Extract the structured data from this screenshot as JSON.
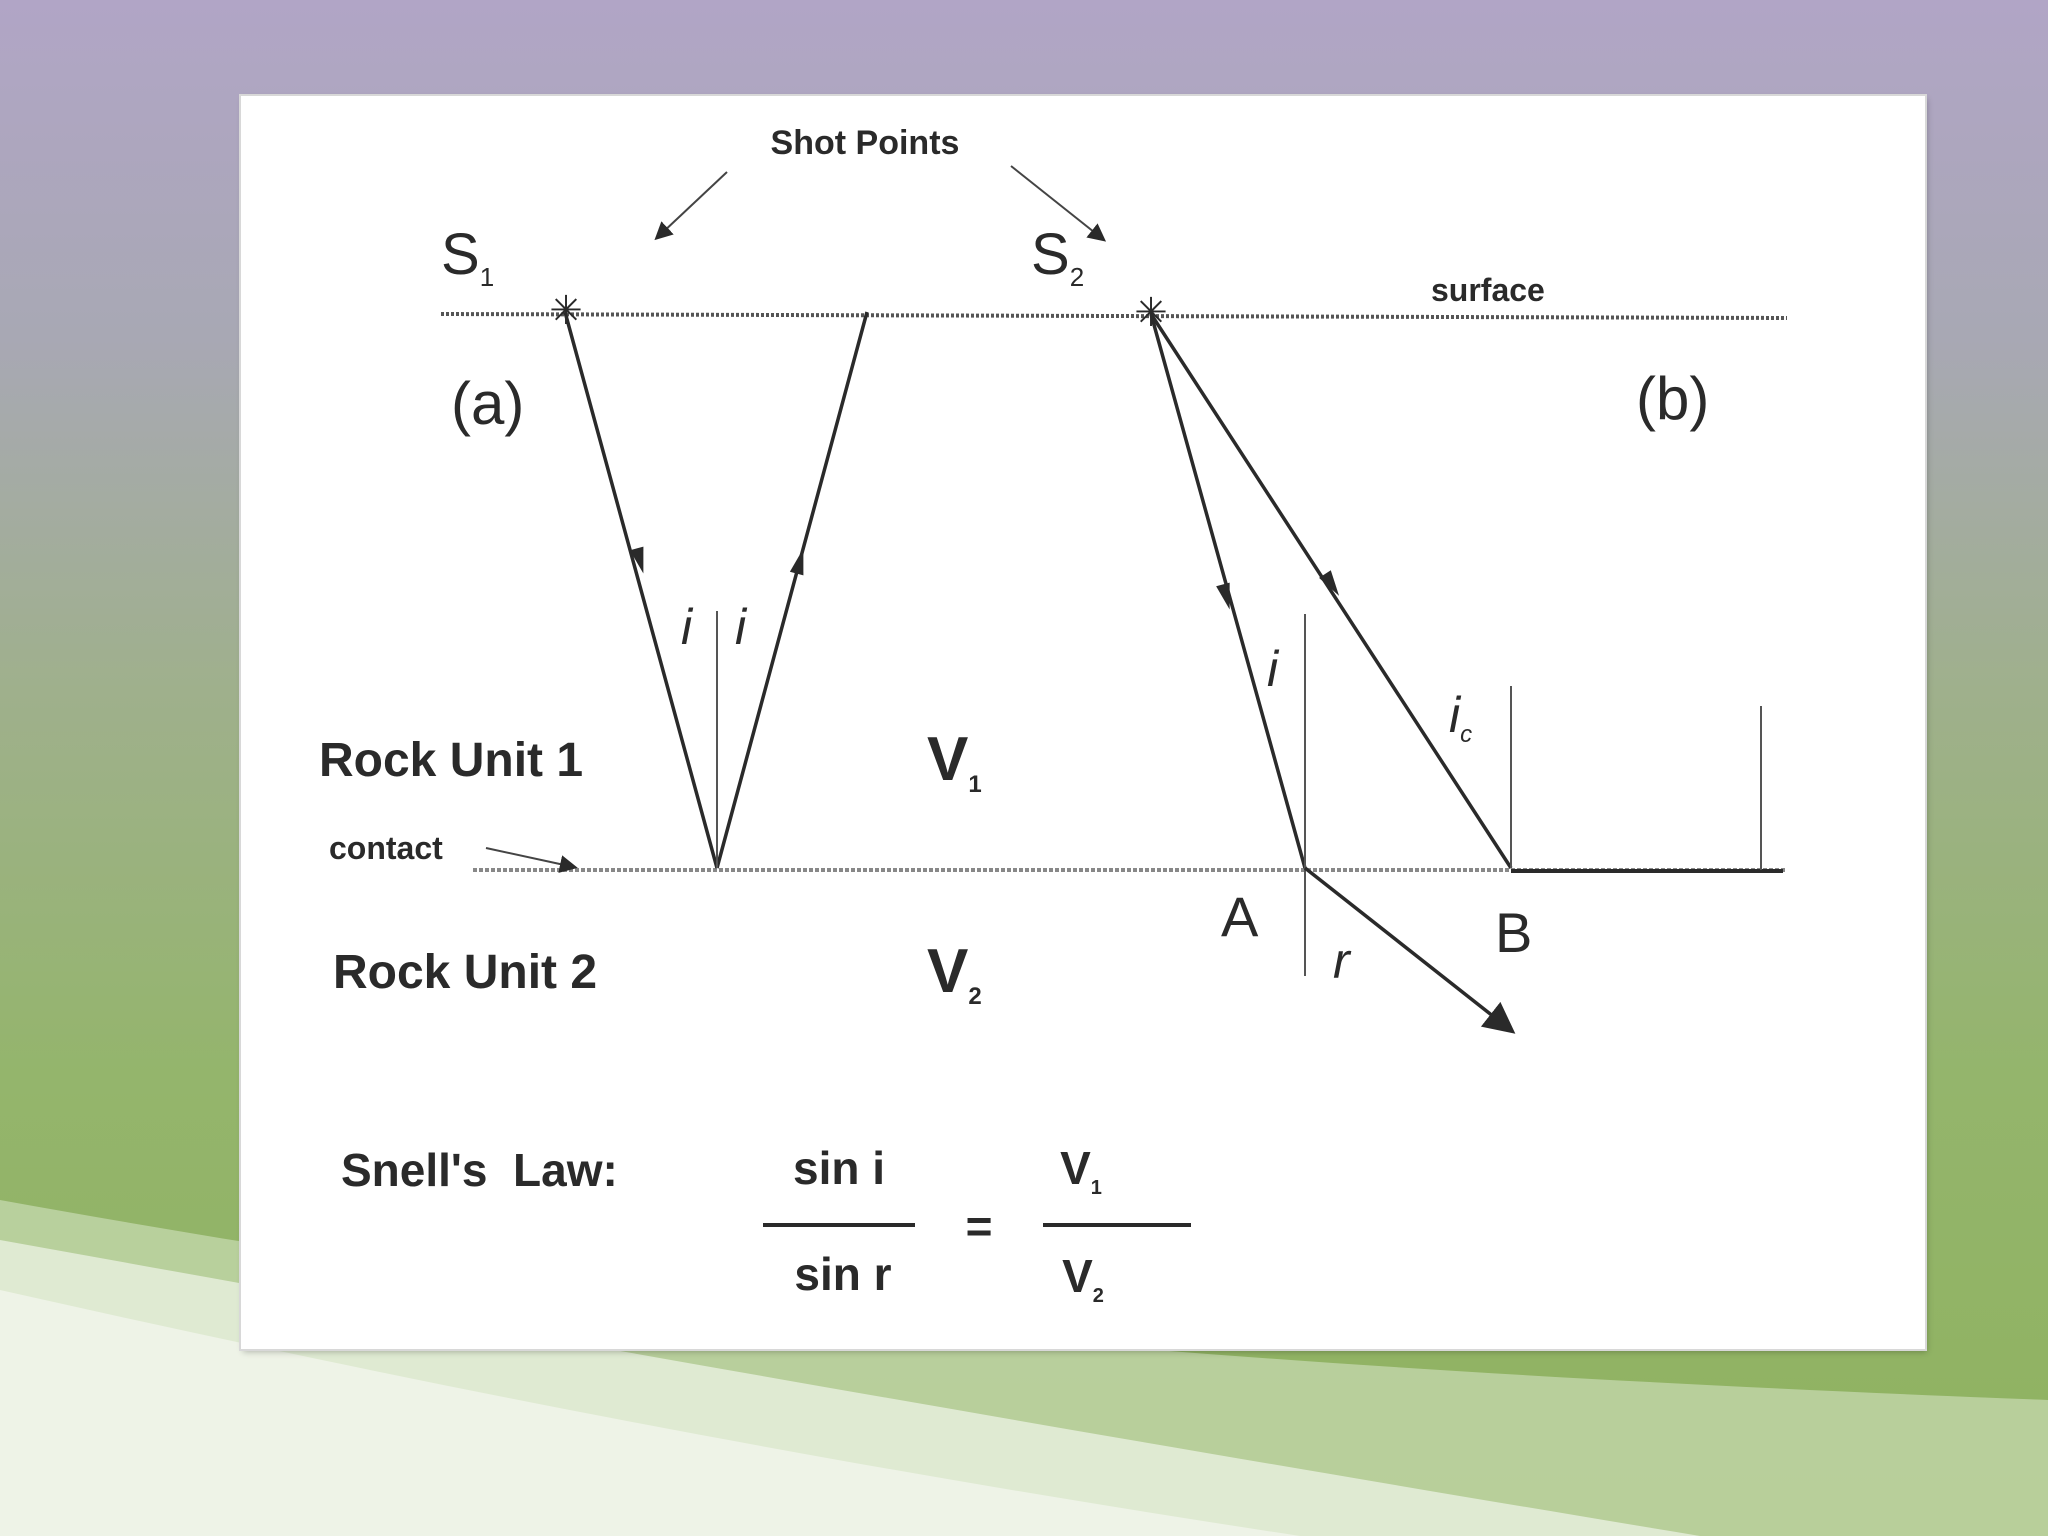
{
  "labels": {
    "shot_points": "Shot Points",
    "s1": "S",
    "s1_sub": "1",
    "s2": "S",
    "s2_sub": "2",
    "surface": "surface",
    "panel_a": "(a)",
    "panel_b": "(b)",
    "angle_i": "i",
    "angle_ic": "i",
    "angle_ic_sub": "c",
    "angle_r": "r",
    "rock_unit_1": "Rock Unit 1",
    "rock_unit_2": "Rock Unit 2",
    "contact": "contact",
    "v1": "V",
    "v1_sub": "1",
    "v2": "V",
    "v2_sub": "2",
    "point_a": "A",
    "point_b": "B"
  },
  "equation": {
    "title": "Snell's  Law:",
    "num_left": "sin i",
    "den_left": "sin r",
    "equals": "=",
    "num_right": "V",
    "num_right_sub": "1",
    "den_right": "V",
    "den_right_sub": "2"
  },
  "colors": {
    "line": "#2a2a2a",
    "panel": "#ffffff"
  }
}
